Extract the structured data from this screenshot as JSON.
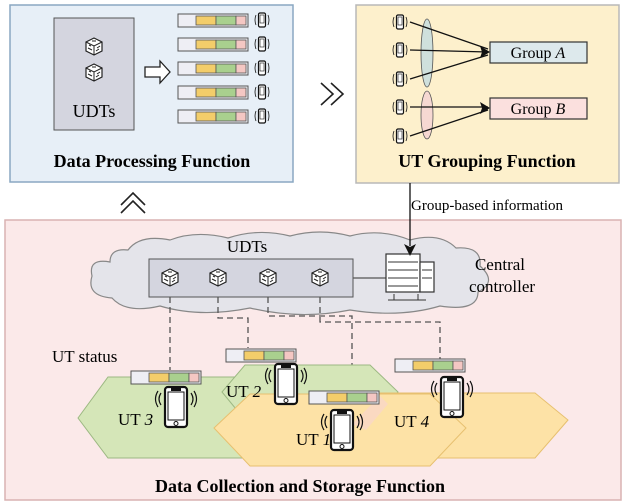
{
  "panels": {
    "processing": {
      "title": "Data Processing Function",
      "udts_label": "UDTs"
    },
    "grouping": {
      "title": "UT Grouping Function",
      "groups": [
        {
          "prefix": "Group ",
          "letter": "A"
        },
        {
          "prefix": "Group ",
          "letter": "B"
        }
      ]
    },
    "collection": {
      "title": "Data Collection and Storage Function",
      "udts_label": "UDTs",
      "controller_label_line1": "Central",
      "controller_label_line2": "controller",
      "status_label": "UT status",
      "uts": [
        {
          "prefix": "UT ",
          "num": "1"
        },
        {
          "prefix": "UT ",
          "num": "2"
        },
        {
          "prefix": "UT ",
          "num": "3"
        },
        {
          "prefix": "UT ",
          "num": "4"
        }
      ]
    }
  },
  "link_label": "Group-based information",
  "colors": {
    "processing_bg": "#e7eff7",
    "grouping_bg": "#fdf0cc",
    "collection_bg": "#fbe9e9",
    "cloud": "#e4e4ea",
    "hex_green": "#d5e6b8",
    "hex_orange": "#fde2a6",
    "hex_pink": "#f9d7c8",
    "bar_yellow": "#f3cd6a",
    "bar_green": "#a9d08e",
    "bar_pink": "#f4c7c3",
    "group_a": "#dde9ec",
    "group_b": "#fbe0de"
  }
}
